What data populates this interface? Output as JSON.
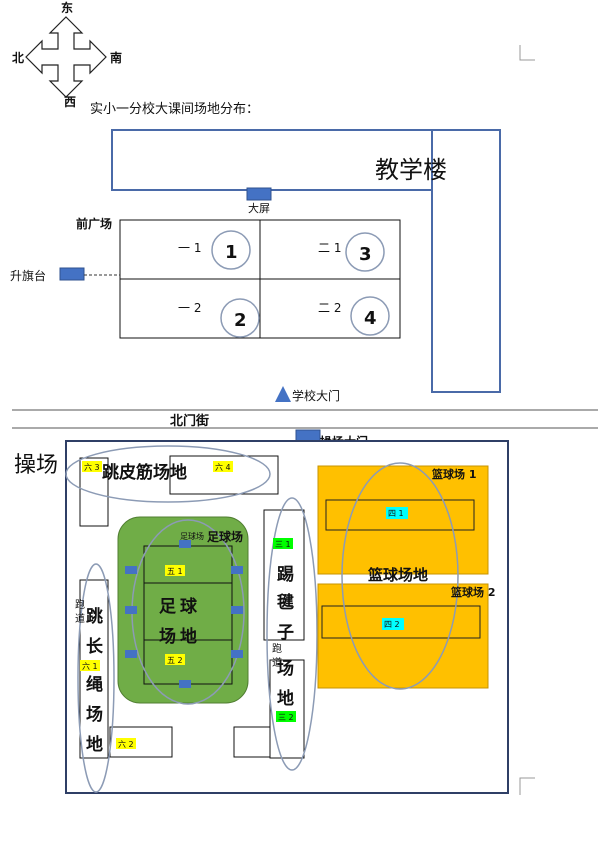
{
  "compass": {
    "east": "东",
    "west": "西",
    "south": "南",
    "north": "北"
  },
  "title": "实小一分校大课间场地分布：",
  "buildings": {
    "teaching_building": "教学楼",
    "big_screen": "大屏",
    "front_plaza": "前广场",
    "flag_platform": "升旗台",
    "school_gate": "学校大门",
    "north_street": "北门街",
    "playground_gate": "操场大门",
    "playground": "操场"
  },
  "plaza_cells": [
    {
      "grade": "一 1",
      "number": "1"
    },
    {
      "grade": "二 1",
      "number": "3"
    },
    {
      "grade": "一 2",
      "number": "2"
    },
    {
      "grade": "二 2",
      "number": "4"
    }
  ],
  "areas": {
    "jump_rope": "跳皮筋场地",
    "soccer_field": "足球场",
    "soccer_area": [
      "足",
      "球",
      "场",
      "地"
    ],
    "long_rope": [
      "跳",
      "长",
      "绳",
      "场",
      "地"
    ],
    "shuttlecock": [
      "踢",
      "毽",
      "子",
      "场",
      "地"
    ],
    "track_left": [
      "跑",
      "道"
    ],
    "track_right": [
      "跑",
      "道"
    ],
    "basketball_1": "篮球场 1",
    "basketball_2": "篮球场 2",
    "basketball_area": "篮球场地"
  },
  "class_tags": {
    "six_3": "六 3",
    "six_4": "六 4",
    "five_1": "五 1",
    "five_2": "五 2",
    "three_1": "三 1",
    "three_2": "三 2",
    "one_1": "六 1",
    "six_2": "六 2",
    "four_1": "四 1",
    "four_2": "四 2"
  },
  "colors": {
    "blue": "#4472c4",
    "green": "#70ad47",
    "orange": "#ffc000",
    "yellow_tag": "#ffff00",
    "green_tag": "#00ff00",
    "cyan_tag": "#00ffff"
  }
}
